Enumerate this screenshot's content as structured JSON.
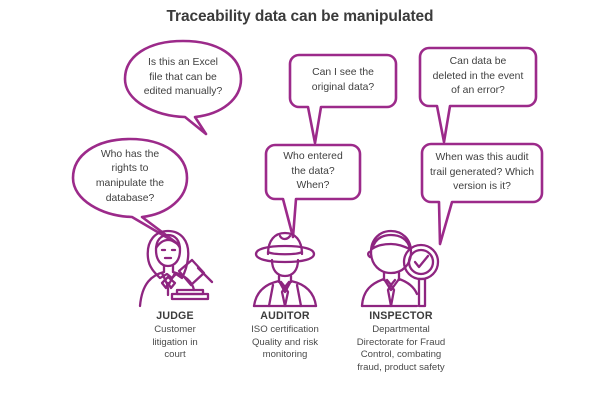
{
  "title": "Traceability data can be manipulated",
  "colors": {
    "stroke": "#9c2a8a",
    "stroke_dark": "#7d2070",
    "title_text": "#3b3b3b",
    "body_text": "#4a4a4a",
    "background": "#ffffff"
  },
  "bubbles": [
    {
      "id": "bubble-excel-edit",
      "shape": "oval",
      "text": "Is this an Excel\nfile that can be\nedited manually?"
    },
    {
      "id": "bubble-original-data",
      "shape": "rectangle",
      "text": "Can I see the\noriginal data?"
    },
    {
      "id": "bubble-delete-error",
      "shape": "rectangle",
      "text": "Can data be\ndeleted in the event\nof an error?"
    },
    {
      "id": "bubble-rights-manipulate",
      "shape": "oval",
      "text": "Who has the\nrights to\nmanipulate the\ndatabase?"
    },
    {
      "id": "bubble-who-entered",
      "shape": "rectangle",
      "text": "Who entered\nthe data?\nWhen?"
    },
    {
      "id": "bubble-audit-trail",
      "shape": "rectangle",
      "text": "When was this audit\ntrail generated? Which\nversion is it?"
    }
  ],
  "personas": [
    {
      "id": "judge",
      "icon": "judge-gavel-icon",
      "role": "JUDGE",
      "desc": "Customer\nlitigation in\ncourt"
    },
    {
      "id": "auditor",
      "icon": "auditor-detective-icon",
      "role": "AUDITOR",
      "desc": "ISO certification\nQuality and risk\nmonitoring"
    },
    {
      "id": "inspector",
      "icon": "inspector-magnifier-icon",
      "role": "INSPECTOR",
      "desc": "Departmental\nDirectorate for  Fraud\nControl, combating\nfraud, product safety"
    }
  ]
}
